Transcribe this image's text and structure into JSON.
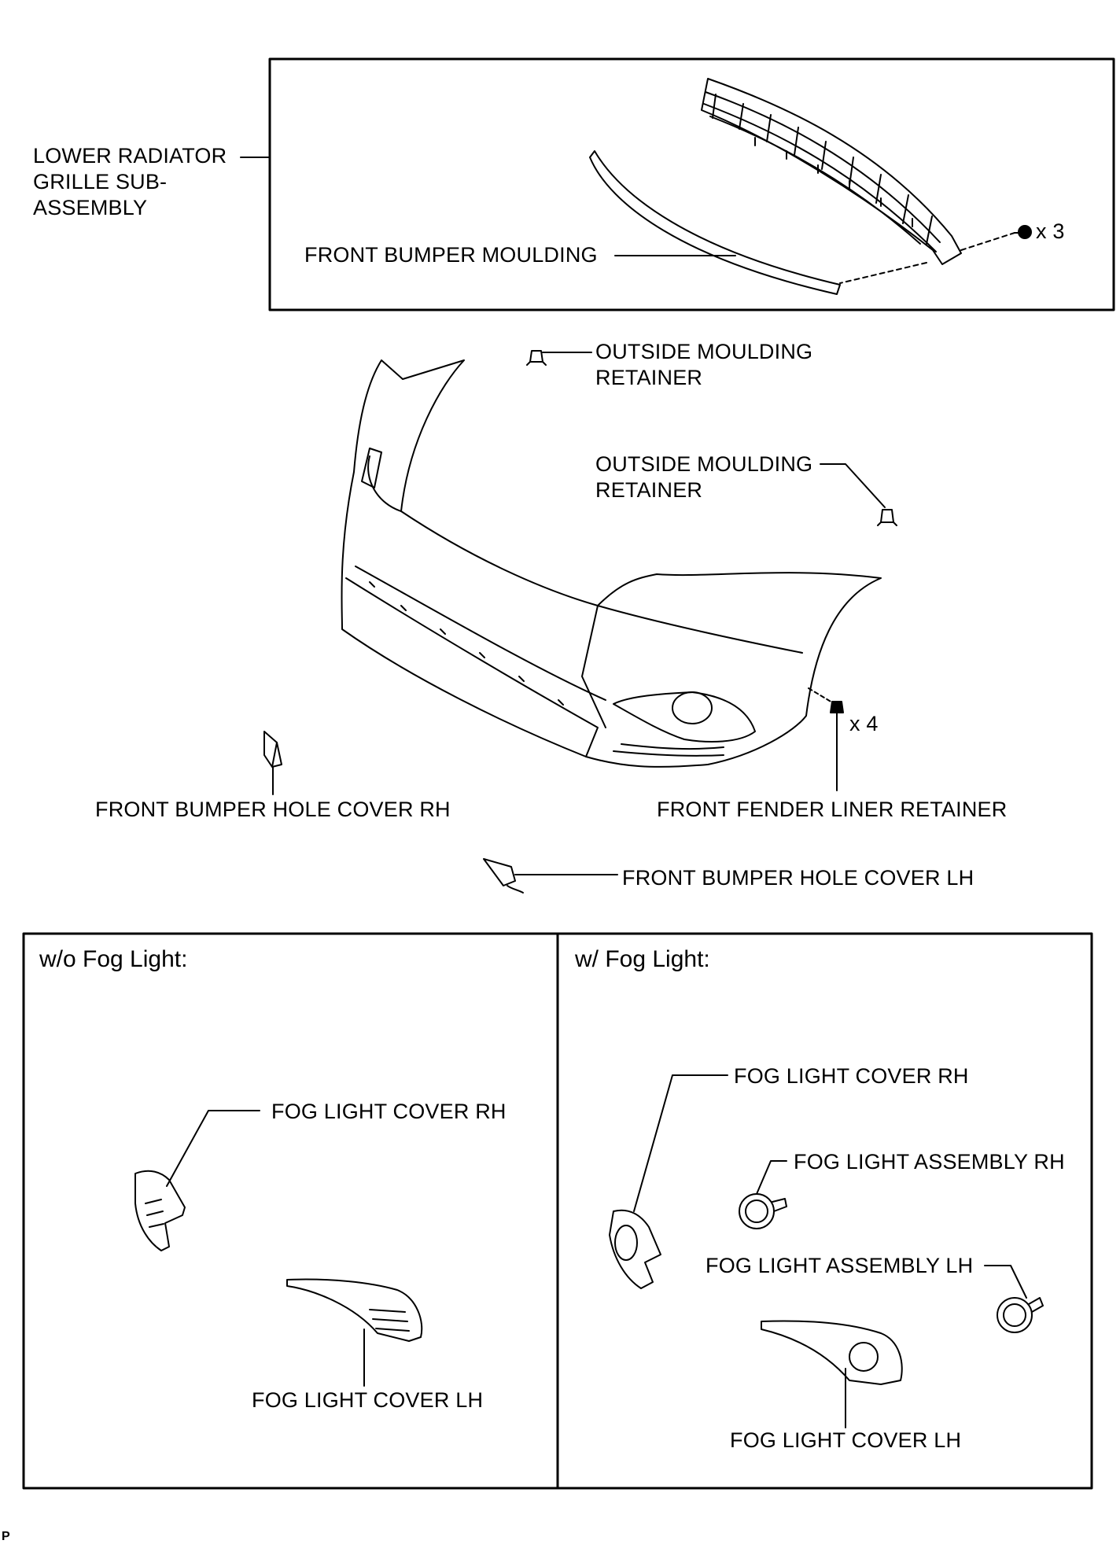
{
  "top_box": {
    "lower_radiator_grille": "LOWER RADIATOR\nGRILLE SUB-\nASSEMBLY",
    "front_bumper_moulding": "FRONT BUMPER MOULDING",
    "qty_x3": "x 3"
  },
  "bumper": {
    "outside_moulding_retainer_1": "OUTSIDE MOULDING\nRETAINER",
    "outside_moulding_retainer_2": "OUTSIDE MOULDING\nRETAINER",
    "front_bumper_hole_cover_rh": "FRONT BUMPER HOLE COVER RH",
    "front_fender_liner_retainer": "FRONT FENDER LINER RETAINER",
    "qty_x4": "x 4",
    "front_bumper_hole_cover_lh": "FRONT BUMPER HOLE COVER LH"
  },
  "panel_wo": {
    "title": "w/o Fog Light:",
    "fog_light_cover_rh": "FOG LIGHT COVER RH",
    "fog_light_cover_lh": "FOG LIGHT COVER LH"
  },
  "panel_w": {
    "title": "w/ Fog Light:",
    "fog_light_cover_rh": "FOG LIGHT COVER RH",
    "fog_light_assembly_rh": "FOG LIGHT ASSEMBLY RH",
    "fog_light_assembly_lh": "FOG LIGHT ASSEMBLY LH",
    "fog_light_cover_lh": "FOG LIGHT COVER LH"
  },
  "figure_code": "P"
}
